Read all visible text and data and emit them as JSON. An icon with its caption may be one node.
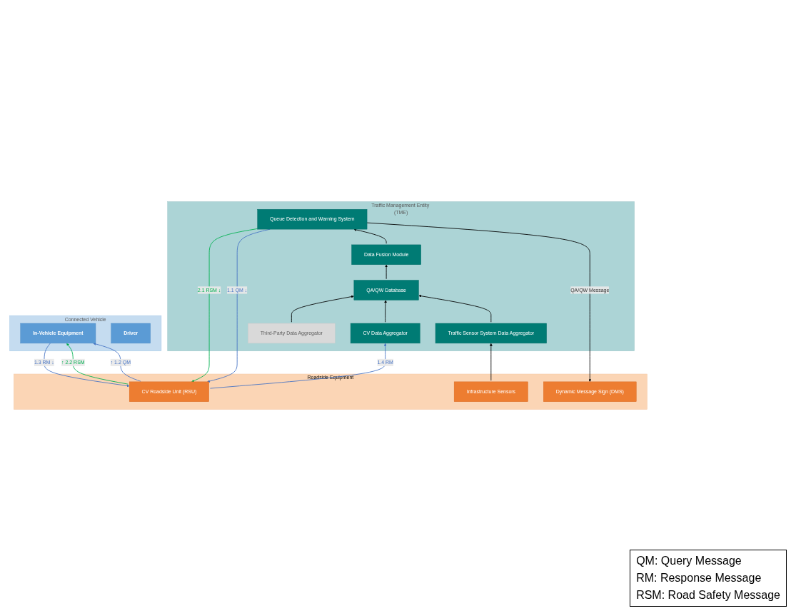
{
  "diagram": {
    "nodes": [
      {
        "text": [
          "Connected Vehicle"
        ]
      },
      {
        "text": [
          "In-Vehicle Equipment"
        ],
        "in": 0
      },
      {
        "text": [
          "Driver"
        ],
        "in": 0
      },
      {
        "text": [
          "Traffic Management Entity (TME)"
        ]
      },
      {
        "text": [
          "Queue Detection and Warning System"
        ],
        "in": 3
      },
      {
        "text": [
          "Data Fusion Module"
        ],
        "in": 3
      },
      {
        "text": [
          "QA/QW Database"
        ],
        "in": 3
      },
      {
        "text": [
          "CV Data Aggregator"
        ],
        "in": 3
      },
      {
        "text": [
          "Traffic Sensor System Data Aggregator"
        ],
        "in": 3
      },
      {
        "text": [
          "Third-Party Data Aggregator"
        ],
        "in": 3
      },
      {
        "text": [
          "Roadside Equipment"
        ]
      },
      {
        "text": [
          "CV Roadside Unit (RSU)"
        ],
        "in": 10
      },
      {
        "text": [
          "Infrastructure Sensors"
        ],
        "in": 10
      },
      {
        "text": [
          "Dynamic Message Sign (DMS)"
        ],
        "in": 10
      }
    ],
    "edges": [
      {
        "from": 1,
        "to": 11,
        "arrow": "to",
        "label": "1.3 RM ↓",
        "color": "#4472c4"
      },
      {
        "from": 11,
        "to": 1,
        "arrow": "to",
        "label": "↑ 2.2 RSM",
        "color": "#00b050"
      },
      {
        "from": 11,
        "to": 1,
        "arrow": "to",
        "label": "↑ 1.2 QM",
        "color": "#4472c4"
      },
      {
        "from": 4,
        "to": 11,
        "arrow": "to",
        "label": "2.1 RSM ↓",
        "color": "#00b050"
      },
      {
        "from": 4,
        "to": 11,
        "arrow": "to",
        "label": "1.1 QM ↓",
        "color": "#4472c4"
      },
      {
        "from": 6,
        "to": 5,
        "arrow": "to"
      },
      {
        "from": 5,
        "to": 4,
        "arrow": "to"
      },
      {
        "from": 7,
        "to": 6,
        "arrow": "to"
      },
      {
        "from": 8,
        "to": 6,
        "arrow": "to"
      },
      {
        "from": 9,
        "to": 6,
        "arrow": "to"
      },
      {
        "from": 11,
        "to": 7,
        "arrow": "to",
        "label": "1.4 RM",
        "color": "#4472c4"
      },
      {
        "from": 12,
        "to": 8,
        "arrow": "to"
      },
      {
        "from": 4,
        "to": 13,
        "arrow": "to",
        "label": "QA/QW Message"
      }
    ],
    "legend": [
      {
        "text": "QM: Query Message"
      },
      {
        "text": "RM: Response Message"
      },
      {
        "text": "RSM: Road Safety Message"
      }
    ]
  }
}
